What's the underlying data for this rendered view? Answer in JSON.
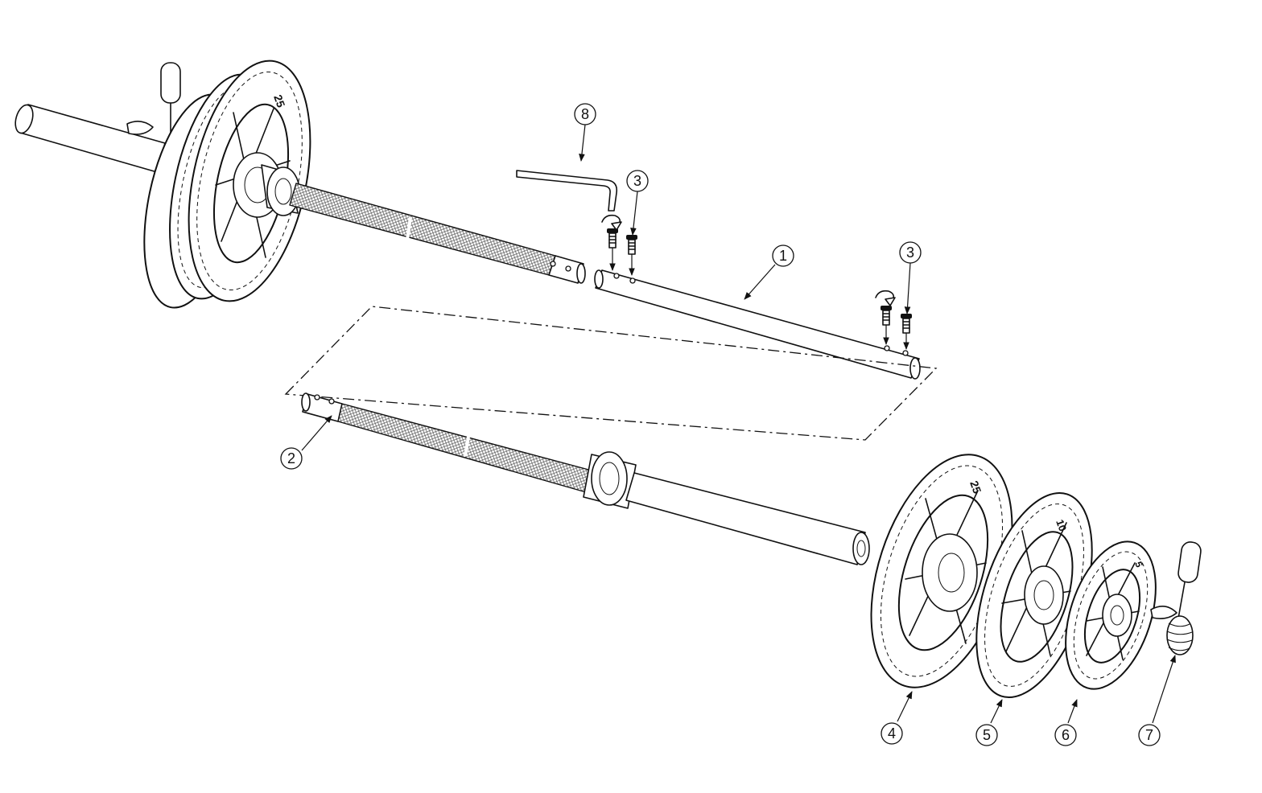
{
  "diagram": {
    "callouts": [
      {
        "id": "part-1",
        "label": "1"
      },
      {
        "id": "part-2",
        "label": "2"
      },
      {
        "id": "part-3a",
        "label": "3"
      },
      {
        "id": "part-3b",
        "label": "3"
      },
      {
        "id": "part-4",
        "label": "4"
      },
      {
        "id": "part-5",
        "label": "5"
      },
      {
        "id": "part-6",
        "label": "6"
      },
      {
        "id": "part-7",
        "label": "7"
      },
      {
        "id": "part-8",
        "label": "8"
      }
    ],
    "plate_markings": {
      "large": "25",
      "medium": "10",
      "small": "5"
    }
  }
}
